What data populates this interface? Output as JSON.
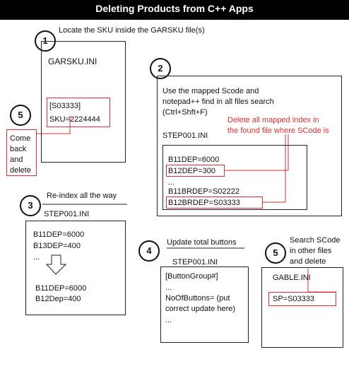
{
  "title": "Deleting Products from C++ Apps",
  "step1": {
    "number": "1",
    "caption": "Locate the SKU inside the GARSKU file(s)",
    "file_label": "GARSKU.INI",
    "lines": [
      "[S03333]",
      "SKU=2224444"
    ]
  },
  "step5_left": {
    "number": "5",
    "note_lines": [
      "Come",
      "back",
      "and",
      "delete"
    ]
  },
  "step2": {
    "number": "2",
    "desc_lines": [
      "Use the mapped Scode and",
      "notepad++ find in all files search",
      "(Ctrl+Shft+F)"
    ],
    "note_lines": [
      "Delete all mapped index in",
      "the found file where SCode is"
    ],
    "file_label": "STEP001.INI",
    "line1": "B11DEP=6000",
    "line2": "B12DEP=300",
    "line3": "...",
    "line4": "B11BRDEP=S02222",
    "line5": "B12BRDEP=S03333"
  },
  "step3": {
    "number": "3",
    "caption": "Re-index all the way",
    "file_label": "STEP001.INI",
    "before_lines": [
      "B11DEP=6000",
      "B13DEP=400",
      "..."
    ],
    "after_lines": [
      "B11DEP=6000",
      "B12Dep=400"
    ]
  },
  "step4": {
    "number": "4",
    "caption": "Update total buttons",
    "file_label": "STEP001.INI",
    "lines": [
      "[ButtonGroup#]",
      "...",
      "NoOfButtons= (put",
      "correct update here)",
      "..."
    ]
  },
  "step5_right": {
    "number": "5",
    "note_lines": [
      "Search SCode",
      "in other files",
      "and delete"
    ],
    "file_label": "GABLE.INI",
    "line": "SP=S03333"
  }
}
